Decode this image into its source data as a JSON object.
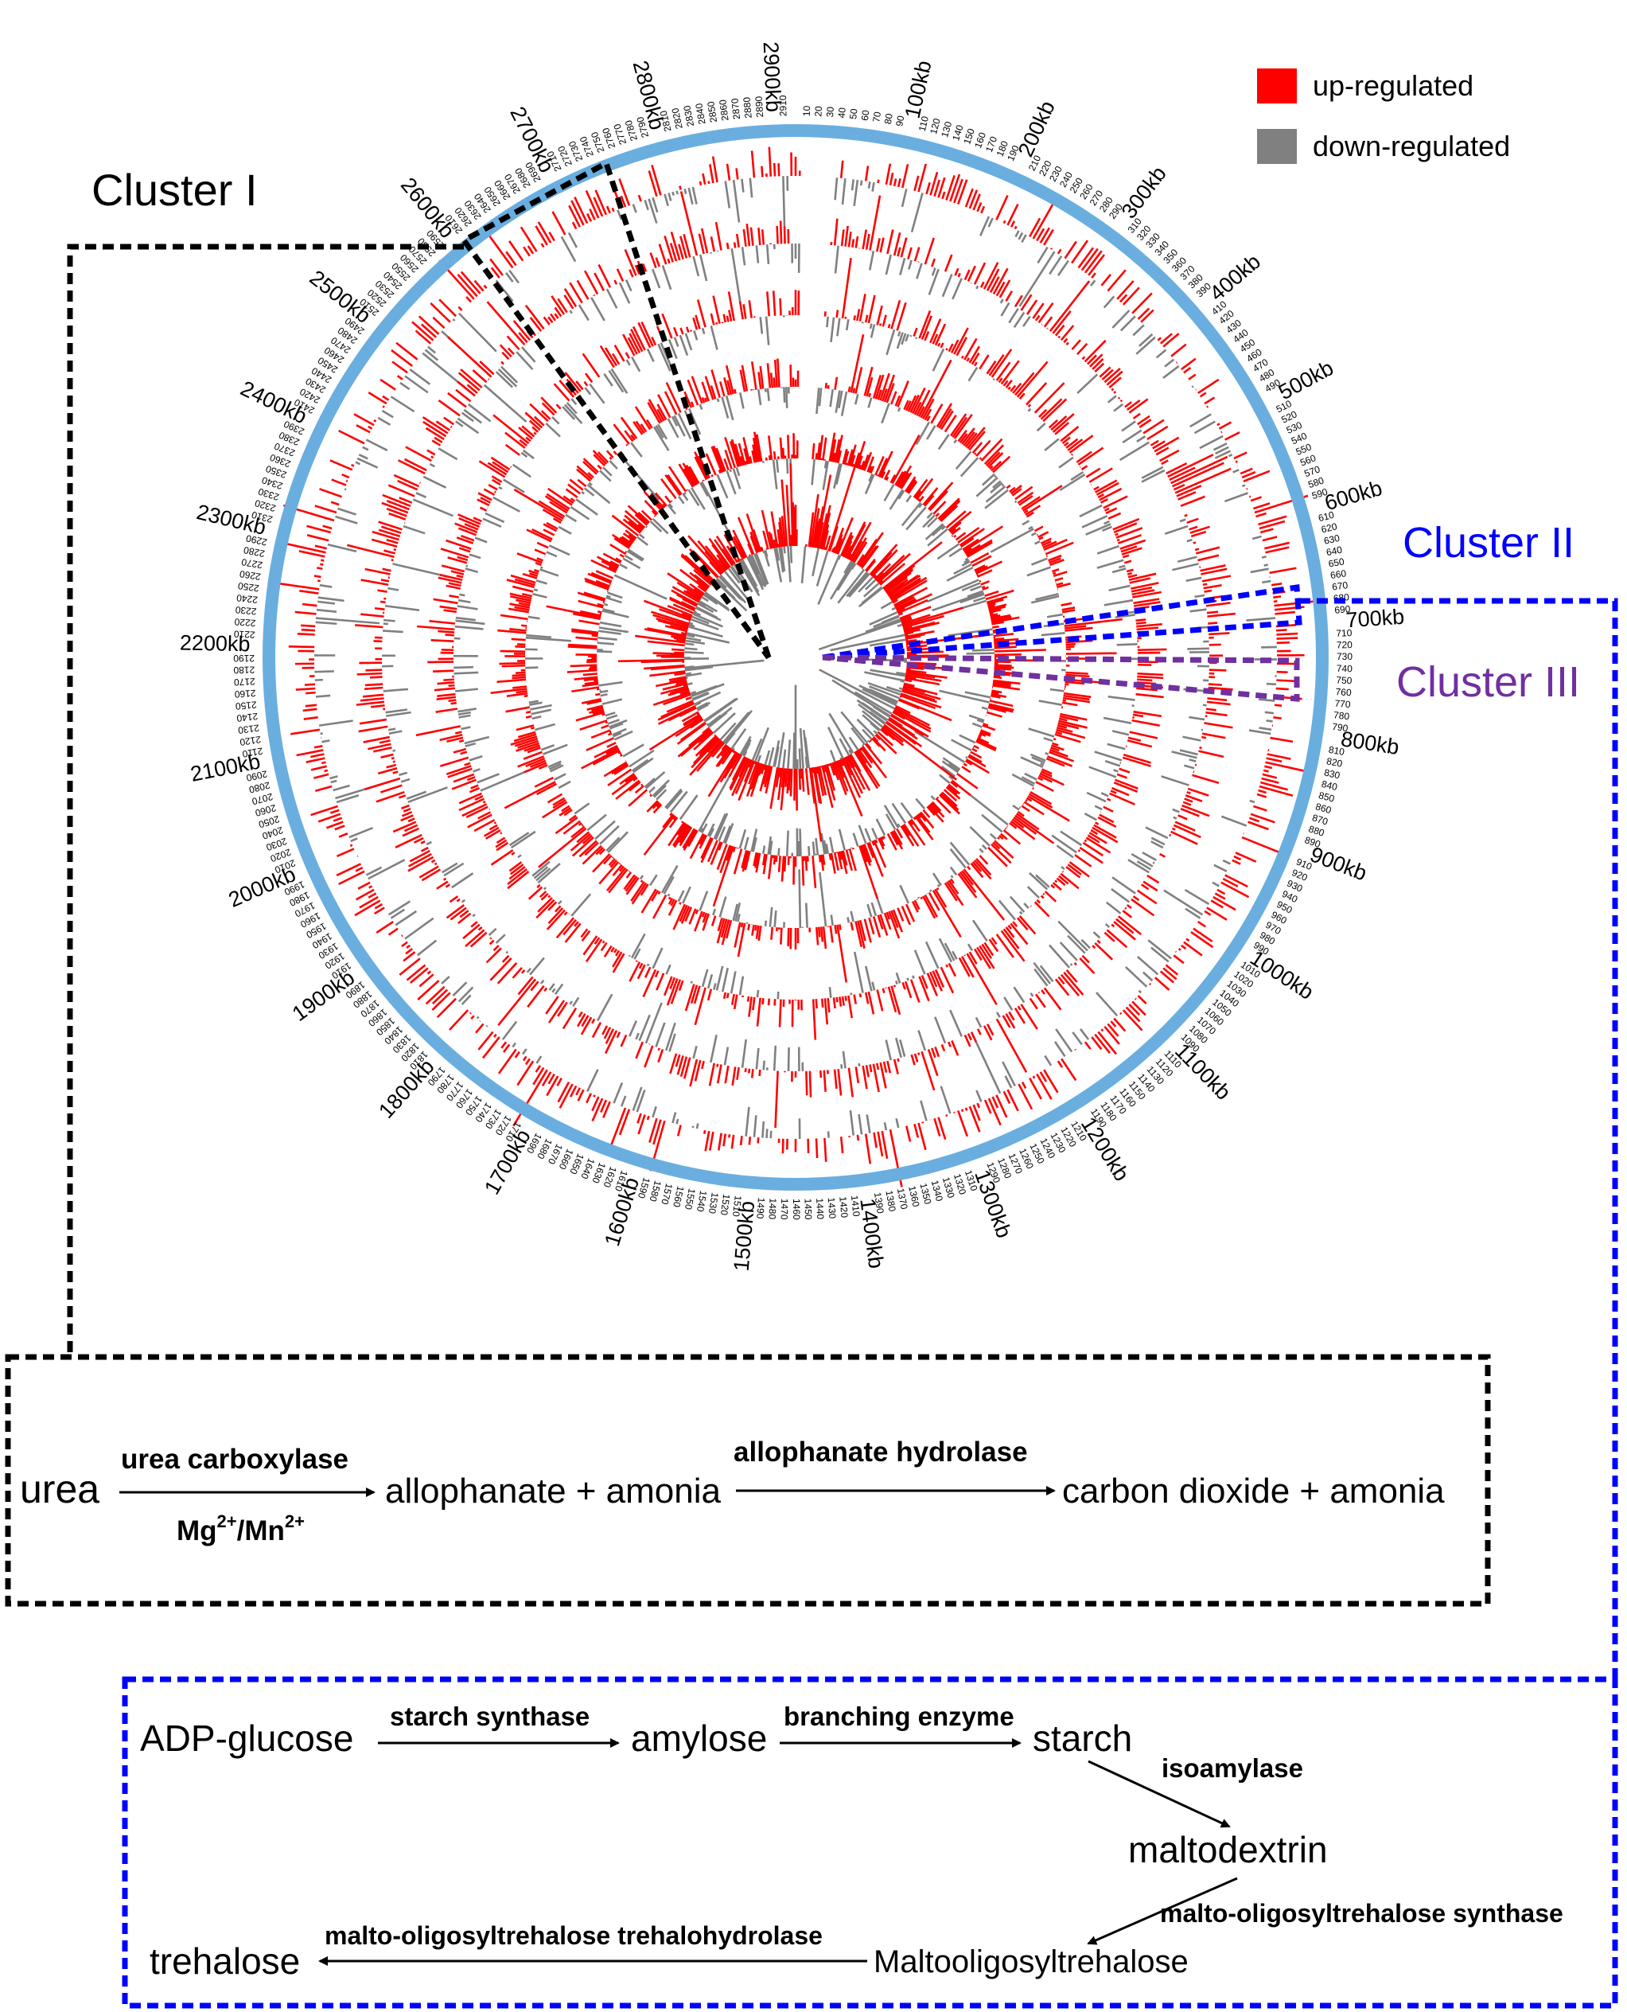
{
  "legend": {
    "up": {
      "label": "up-regulated",
      "color": "#ff0000"
    },
    "down": {
      "label": "down-regulated",
      "color": "#808080"
    }
  },
  "clusters": {
    "c1": {
      "label": "Cluster I",
      "color": "#000000"
    },
    "c2": {
      "label": "Cluster II",
      "color": "#0000ff"
    },
    "c3": {
      "label": "Cluster III",
      "color": "#7030a0"
    }
  },
  "genome": {
    "total_kb": 2920,
    "ring_color": "#6aaee0",
    "major_labels": [
      "100kb",
      "200kb",
      "300kb",
      "400kb",
      "500kb",
      "600kb",
      "700kb",
      "800kb",
      "900kb",
      "1000kb",
      "1100kb",
      "1200kb",
      "1300kb",
      "1400kb",
      "1500kb",
      "1600kb",
      "1700kb",
      "1800kb",
      "1900kb",
      "2000kb",
      "2100kb",
      "2200kb",
      "2300kb",
      "2400kb",
      "2500kb",
      "2600kb",
      "2700kb",
      "2800kb",
      "2900kb"
    ]
  },
  "pathway1": {
    "substrate": "urea",
    "enzyme1": "urea carboxylase",
    "cofactor_base": "Mg",
    "cofactor_sup1": "2+",
    "cofactor_mid": "/Mn",
    "cofactor_sup2": "2+",
    "intermediate": "allophanate + amonia",
    "enzyme2": "allophanate hydrolase",
    "product": "carbon dioxide + amonia"
  },
  "pathway2": {
    "n1": "ADP-glucose",
    "e1": "starch synthase",
    "n2": "amylose",
    "e2": "branching enzyme",
    "n3": "starch",
    "e3": "isoamylase",
    "n4": "maltodextrin",
    "e4": "malto-oligosyltrehalose synthase",
    "n5": "Maltooligosyltrehalose",
    "e5": "malto-oligosyltrehalose trehalohydrolase",
    "n6": "trehalose"
  }
}
